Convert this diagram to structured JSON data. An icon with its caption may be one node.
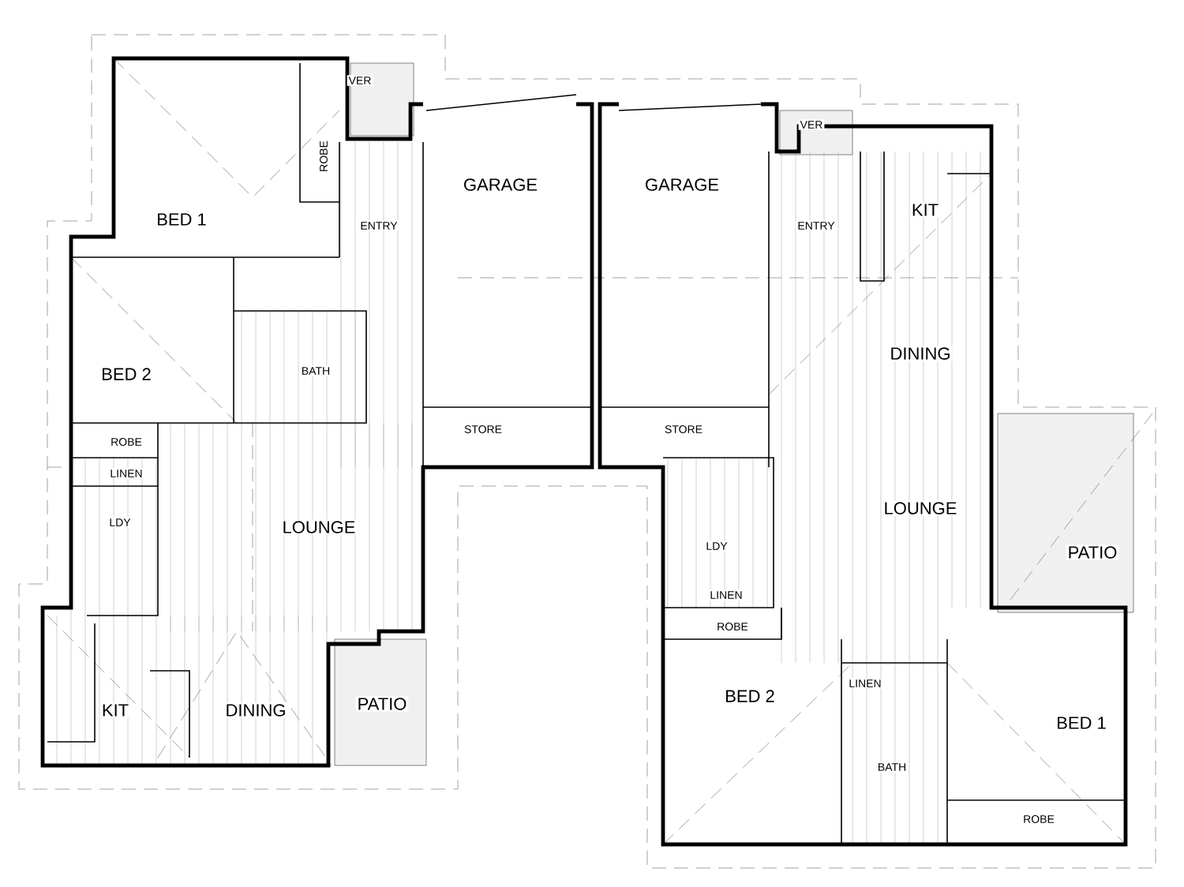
{
  "diagram": {
    "labels": [
      "VER",
      "ROBE",
      "GARAGE",
      "GARAGE",
      "VER",
      "BED 1",
      "ENTRY",
      "ENTRY",
      "KIT",
      "DINING",
      "BED 2",
      "BATH",
      "ROBE",
      "STORE",
      "STORE",
      "LINEN",
      "LDY",
      "LOUNGE",
      "LOUNGE",
      "LDY",
      "PATIO",
      "LINEN",
      "ROBE",
      "KIT",
      "DINING",
      "PATIO",
      "LINEN",
      "BED 2",
      "BED 1",
      "BATH",
      "ROBE"
    ]
  }
}
